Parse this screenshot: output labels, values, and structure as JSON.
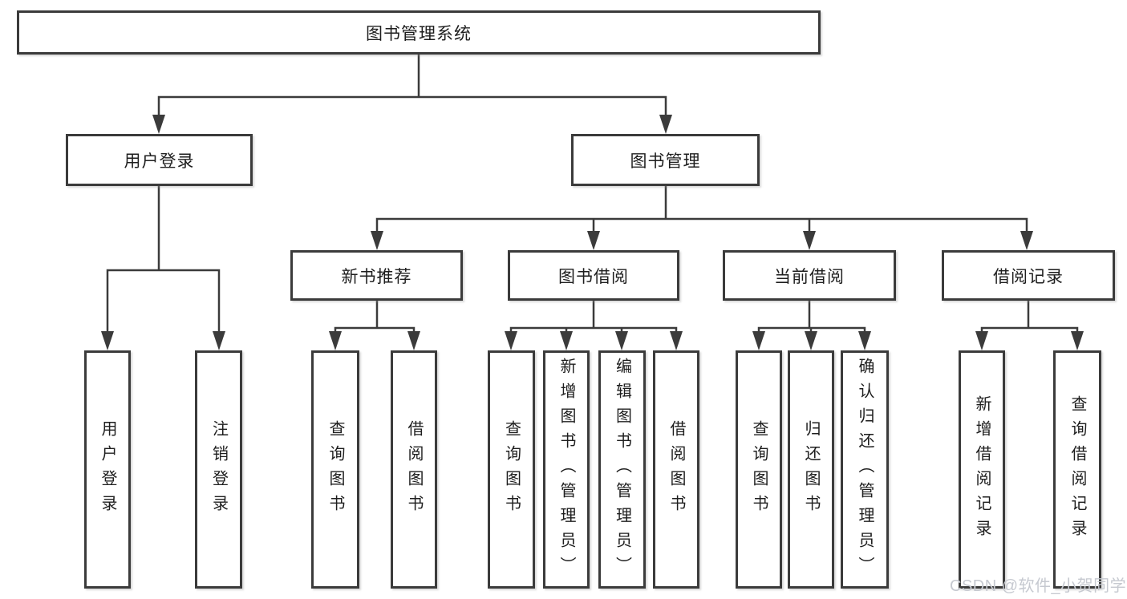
{
  "tree": {
    "label": "图书管理系统",
    "children": [
      {
        "label": "用户登录",
        "children": [
          {
            "label": "用户登录"
          },
          {
            "label": "注销登录"
          }
        ]
      },
      {
        "label": "图书管理",
        "children": [
          {
            "label": "新书推荐",
            "children": [
              {
                "label": "查询图书"
              },
              {
                "label": "借阅图书"
              }
            ]
          },
          {
            "label": "图书借阅",
            "children": [
              {
                "label": "查询图书"
              },
              {
                "label": "新增图书（管理员）"
              },
              {
                "label": "编辑图书（管理员）"
              },
              {
                "label": "借阅图书"
              }
            ]
          },
          {
            "label": "当前借阅",
            "children": [
              {
                "label": "查询图书"
              },
              {
                "label": "归还图书"
              },
              {
                "label": "确认归还（管理员）"
              }
            ]
          },
          {
            "label": "借阅记录",
            "children": [
              {
                "label": "新增借阅记录"
              },
              {
                "label": "查询借阅记录"
              }
            ]
          }
        ]
      }
    ]
  },
  "watermark": {
    "text": "CSDN @软件_小贺同学"
  },
  "colors": {
    "line": "#3b3b3b",
    "text": "#1e1e1e",
    "watermark": "#c6c9d0",
    "background": "#ffffff"
  }
}
